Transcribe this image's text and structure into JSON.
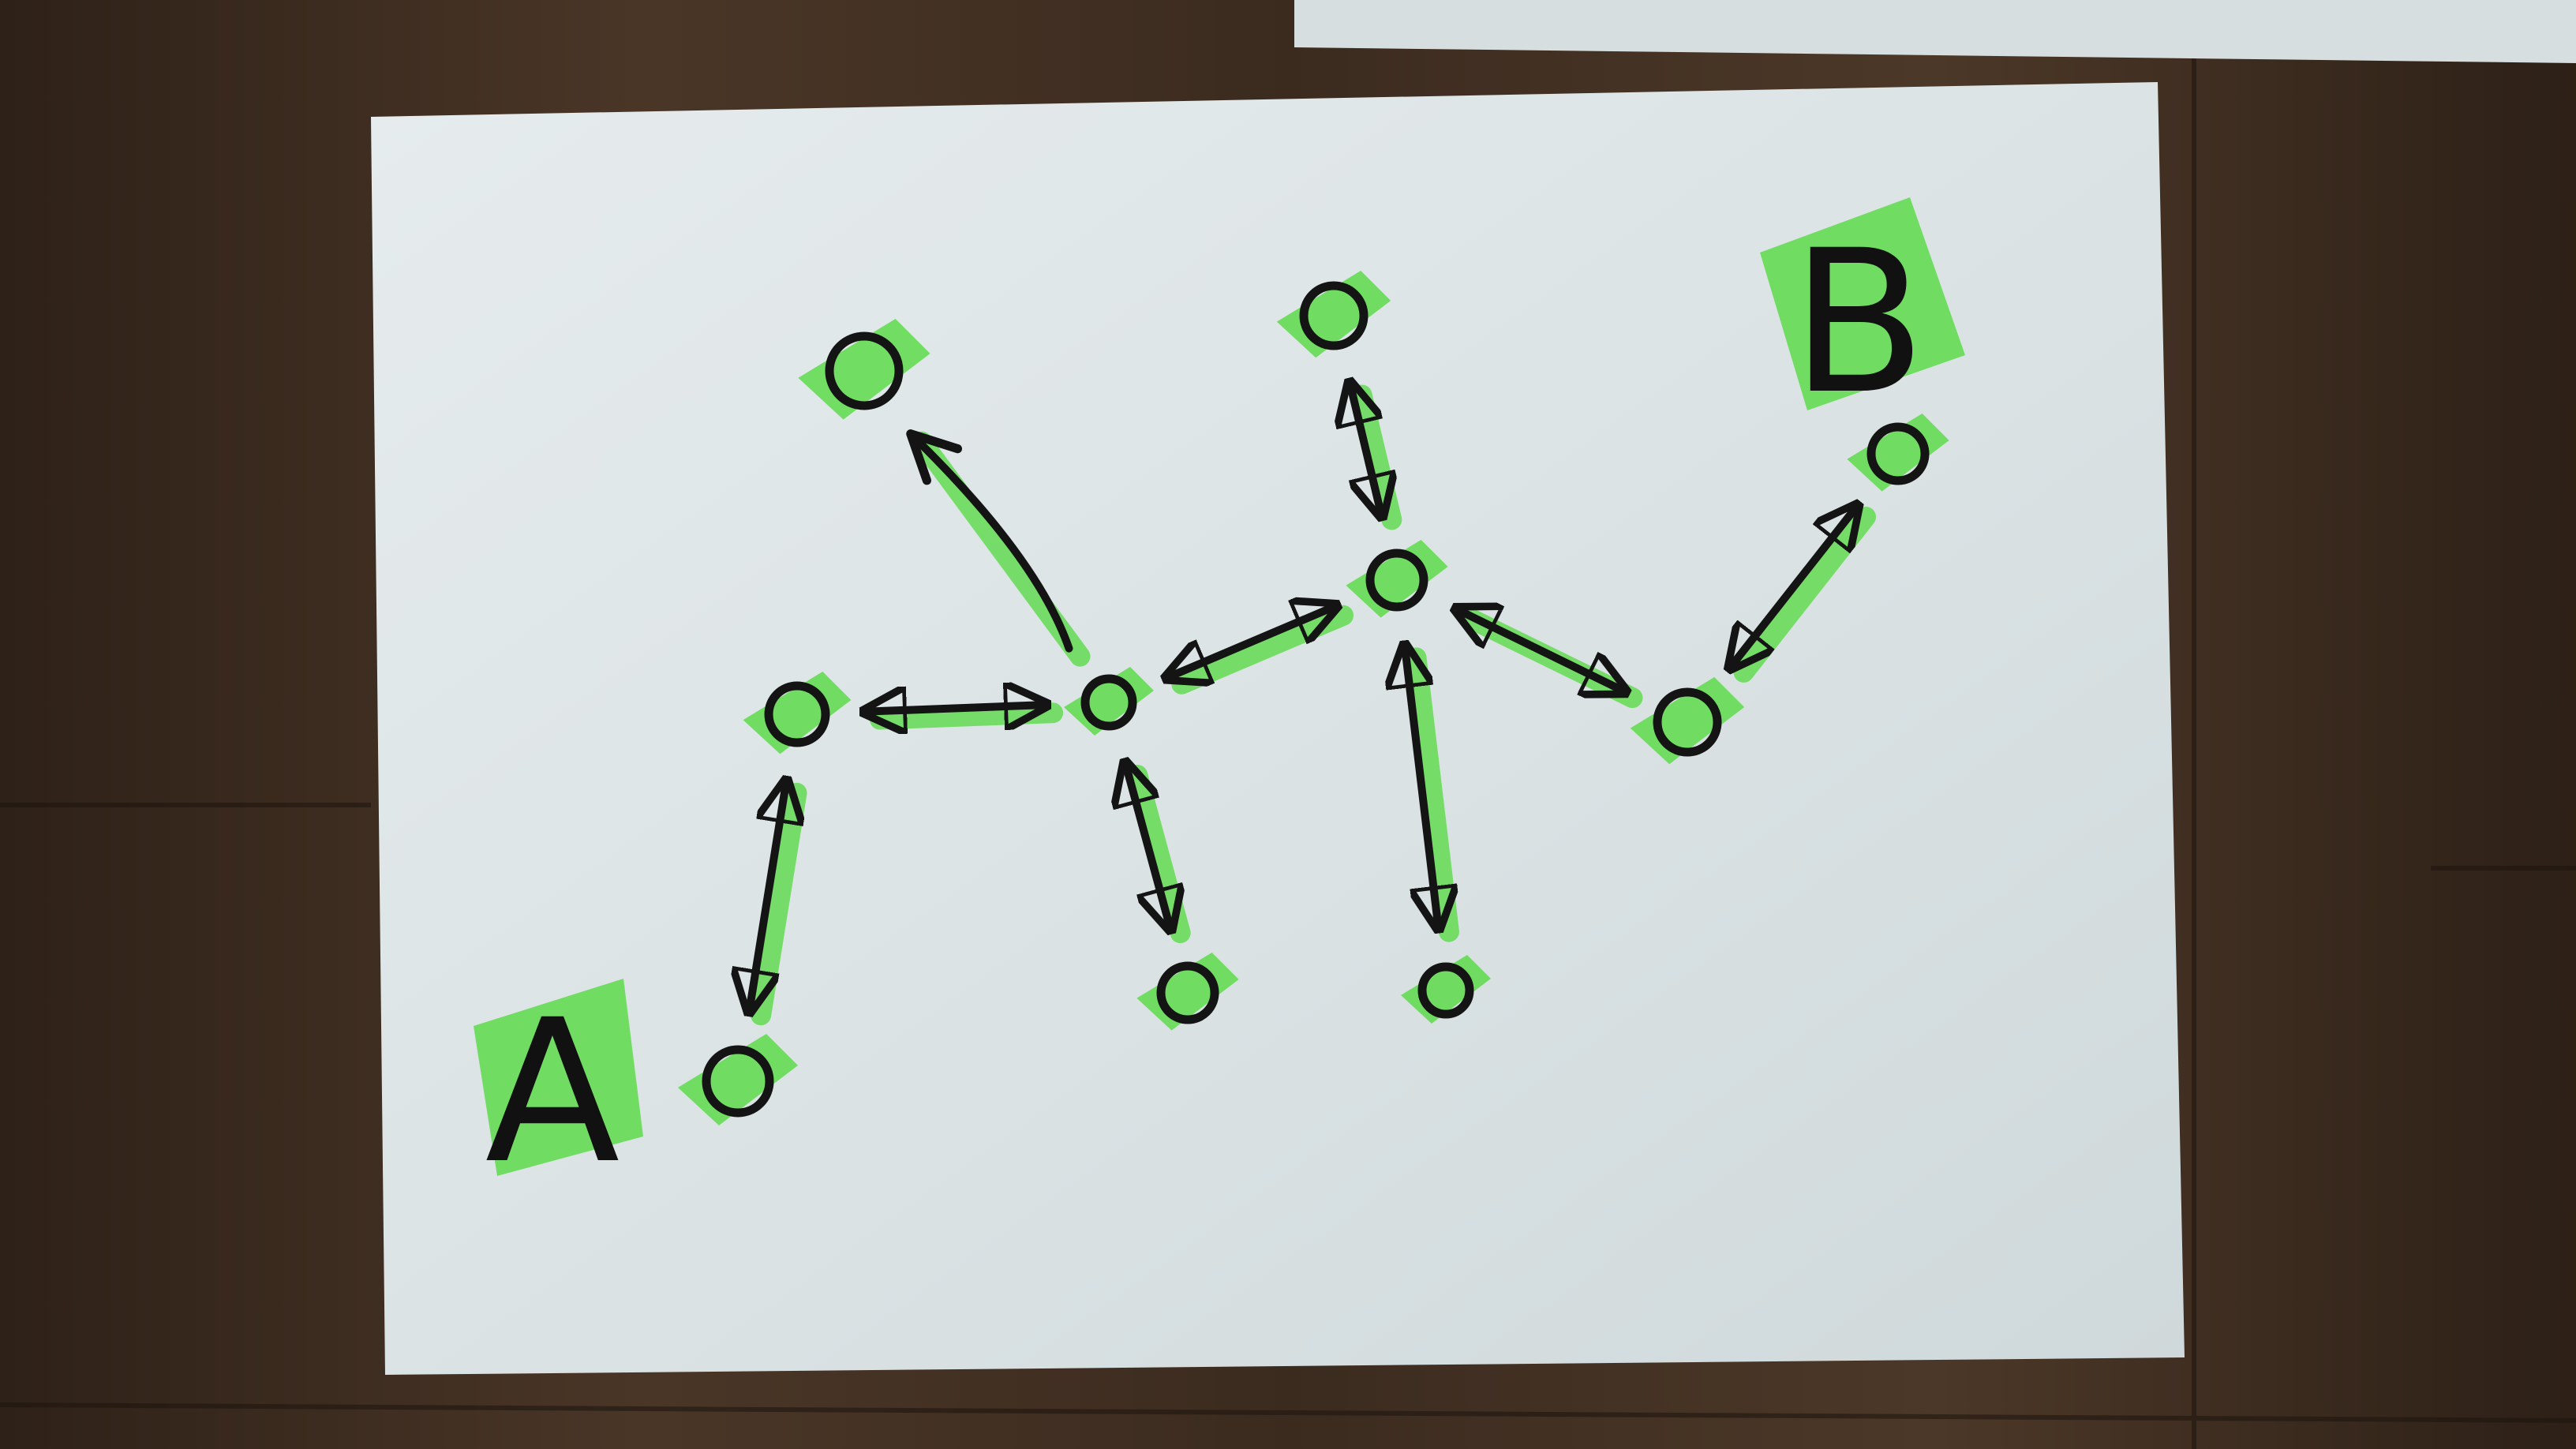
{
  "diagram": {
    "labels": {
      "start": "A",
      "end": "B"
    },
    "colors": {
      "ink": "#141414",
      "highlight": "#5ddb4a",
      "paper": "#dde4e6",
      "floor": "#3a2a1f"
    },
    "nodes": [
      {
        "id": "n-a"
      },
      {
        "id": "n-left"
      },
      {
        "id": "n-top-left"
      },
      {
        "id": "n-center"
      },
      {
        "id": "n-bottom-center"
      },
      {
        "id": "n-mid"
      },
      {
        "id": "n-top"
      },
      {
        "id": "n-bottom-right"
      },
      {
        "id": "n-right"
      },
      {
        "id": "n-b"
      }
    ],
    "edges": [
      {
        "from": "n-a",
        "to": "n-left",
        "kind": "bidirectional"
      },
      {
        "from": "n-left",
        "to": "n-center",
        "kind": "bidirectional"
      },
      {
        "from": "n-center",
        "to": "n-top-left",
        "kind": "one-way"
      },
      {
        "from": "n-center",
        "to": "n-bottom-center",
        "kind": "bidirectional"
      },
      {
        "from": "n-center",
        "to": "n-mid",
        "kind": "bidirectional"
      },
      {
        "from": "n-mid",
        "to": "n-top",
        "kind": "bidirectional"
      },
      {
        "from": "n-mid",
        "to": "n-bottom-right",
        "kind": "bidirectional"
      },
      {
        "from": "n-mid",
        "to": "n-right",
        "kind": "bidirectional"
      },
      {
        "from": "n-right",
        "to": "n-b",
        "kind": "bidirectional"
      }
    ]
  }
}
